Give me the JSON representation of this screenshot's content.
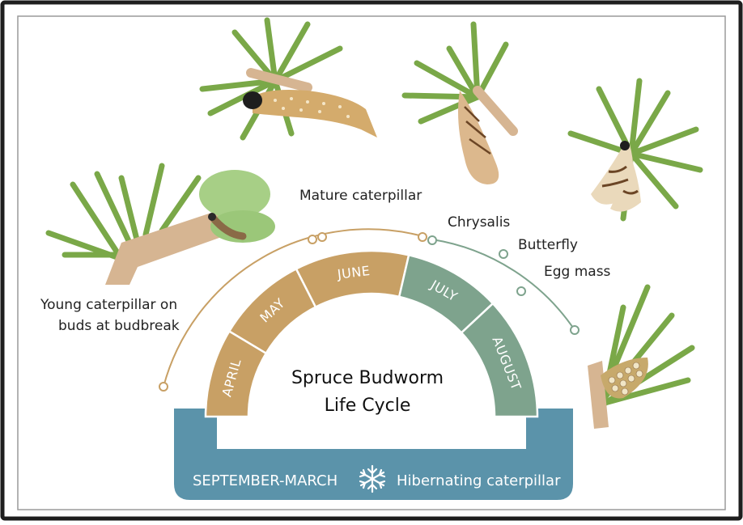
{
  "diagram": {
    "title_line1": "Spruce Budworm",
    "title_line2": "Life Cycle",
    "months": [
      "APRIL",
      "MAY",
      "JUNE",
      "JULY",
      "AUGUST"
    ],
    "winter_period": "SEPTEMBER-MARCH",
    "winter_stage": "Hibernating caterpillar",
    "stages": {
      "young_line1": "Young caterpillar on",
      "young_line2": "buds at budbreak",
      "mature": "Mature caterpillar",
      "chrysalis": "Chrysalis",
      "butterfly": "Butterfly",
      "egg_mass": "Egg mass"
    },
    "icons": {
      "winter": "snowflake-icon"
    },
    "colors": {
      "spring_segment": "#c8a065",
      "summer_segment": "#7ea38d",
      "winter_band": "#5b93aa",
      "needle_green": "#7aa848",
      "branch_tan": "#d6b592"
    }
  }
}
